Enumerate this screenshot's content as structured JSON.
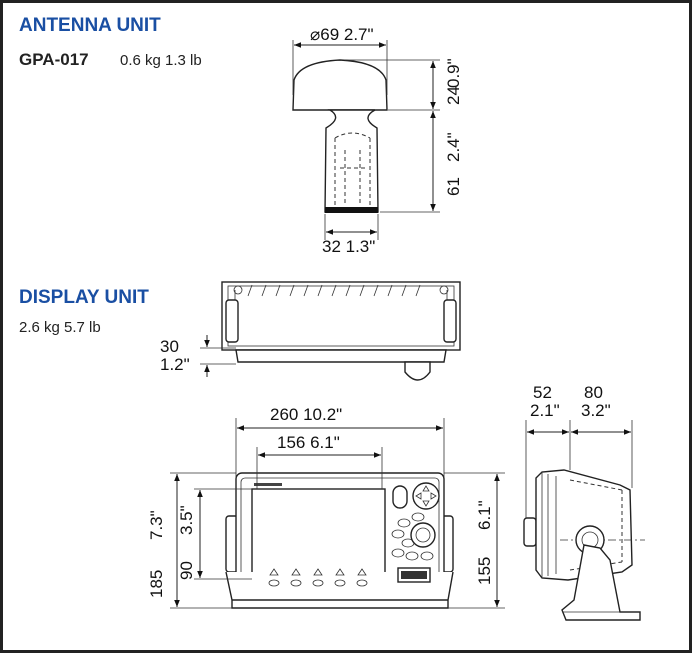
{
  "antenna": {
    "header": "ANTENNA UNIT",
    "model": "GPA-017",
    "weight": "0.6 kg 1.3 lb",
    "dims": {
      "diameter": "⌀69  2.7\"",
      "dome_h_mm": "24",
      "dome_h_in": "0.9\"",
      "stem_h_mm": "61",
      "stem_h_in": "2.4\"",
      "base_w": "32  1.3\""
    }
  },
  "display": {
    "header": "DISPLAY UNIT",
    "weight": "2.6 kg 5.7 lb",
    "dims": {
      "top_depth_mm": "30",
      "top_depth_in": "1.2\"",
      "width_total": "260  10.2\"",
      "width_screen": "156  6.1\"",
      "height_total_mm": "185",
      "height_total_in": "7.3\"",
      "height_screen_mm": "90",
      "height_screen_in": "3.5\"",
      "height_right_mm": "155",
      "height_right_in": "6.1\"",
      "side_a_mm": "52",
      "side_a_in": "2.1\"",
      "side_b_mm": "80",
      "side_b_in": "3.2\""
    }
  }
}
